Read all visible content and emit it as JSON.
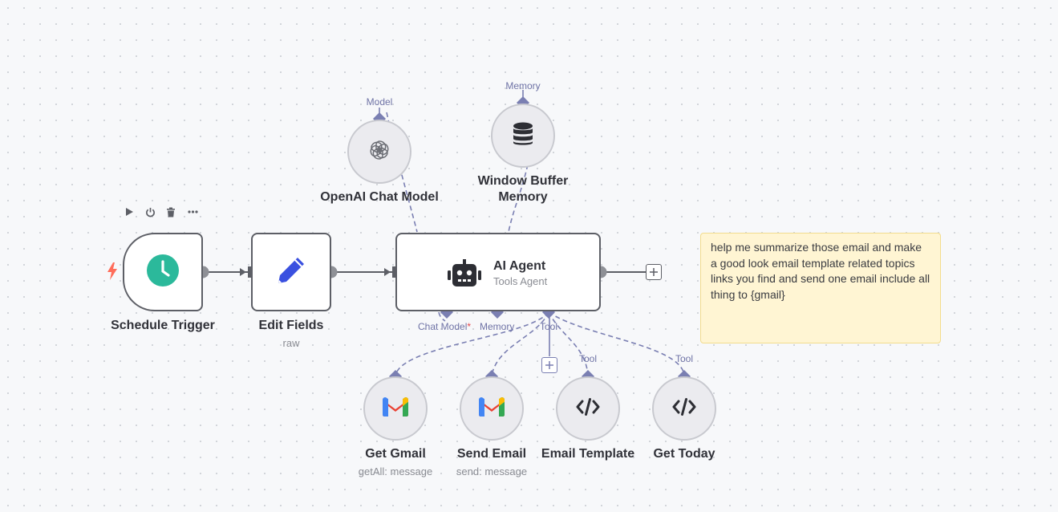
{
  "trigger_toolbar": {
    "icons": [
      "play-icon",
      "power-icon",
      "trash-icon",
      "more-icon"
    ]
  },
  "nodes": {
    "schedule_trigger": {
      "title": "Schedule Trigger",
      "icon": "clock-icon",
      "color": "#2bb99b",
      "accent_icon": "lightning-icon",
      "accent_color": "#ff6d5a"
    },
    "edit_fields": {
      "title": "Edit Fields",
      "subtitle": "raw",
      "icon": "pencil-icon",
      "color": "#3a50e0"
    },
    "ai_agent": {
      "title": "AI Agent",
      "subtitle": "Tools Agent",
      "icon": "robot-icon"
    },
    "openai_chat_model": {
      "title": "OpenAI Chat Model",
      "icon": "openai-icon",
      "port_label": "Model"
    },
    "window_buffer_memory": {
      "title_line1": "Window Buffer",
      "title_line2": "Memory",
      "icon": "database-icon",
      "port_label": "Memory"
    },
    "get_gmail": {
      "title": "Get Gmail",
      "subtitle": "getAll: message",
      "icon": "gmail-icon"
    },
    "send_email": {
      "title": "Send Email",
      "subtitle": "send: message",
      "icon": "gmail-icon"
    },
    "email_template": {
      "title": "Email Template",
      "icon": "code-icon",
      "port_label": "Tool"
    },
    "get_today": {
      "title": "Get Today",
      "icon": "code-icon",
      "port_label": "Tool"
    }
  },
  "agent_ports": {
    "chat_model": "Chat Model",
    "chat_model_required": "*",
    "memory": "Memory",
    "tool": "Tool"
  },
  "sticky_note": {
    "text": "help me summarize those email and make a good look email template related topics links you find and send one email include all thing to {gmail}"
  },
  "colors": {
    "canvas": "#f7f8fa",
    "connection": "#5d5f66",
    "sub_connection": "#7a7fb2",
    "sticky_bg": "#fff5d3"
  }
}
